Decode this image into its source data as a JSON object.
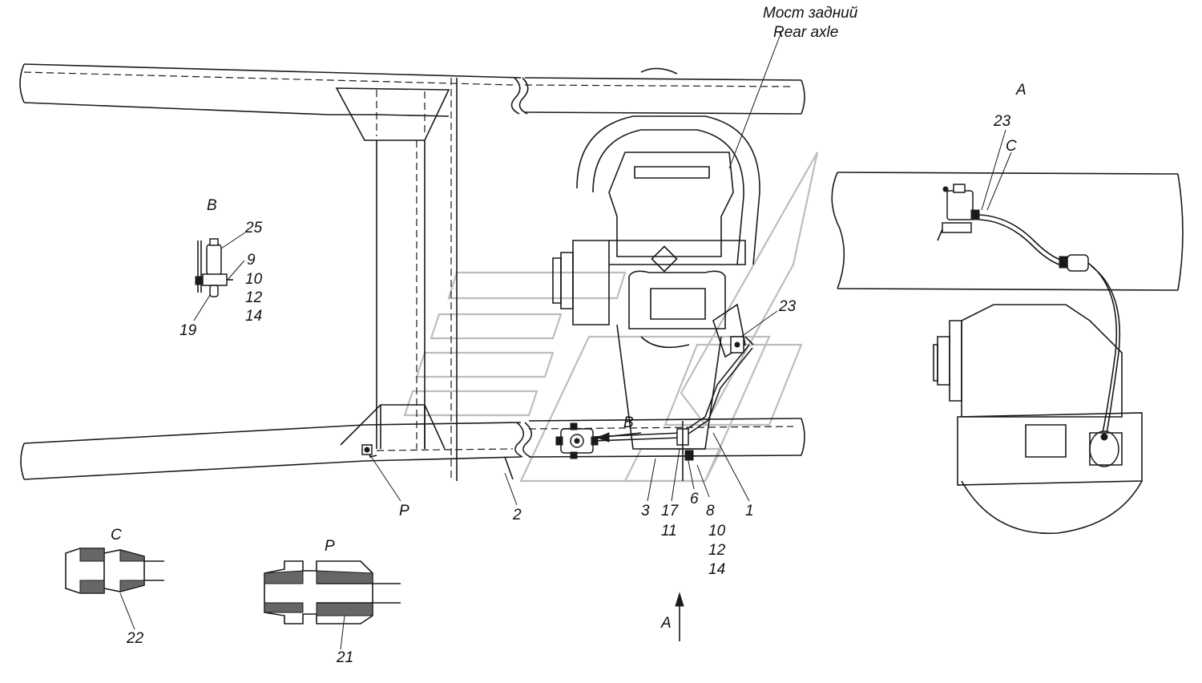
{
  "title_ru": "Мост задний",
  "title_en": "Rear axle",
  "views": {
    "a": "A",
    "b": "B",
    "c": "C",
    "p": "P"
  },
  "callouts": {
    "c1": "1",
    "c2": "2",
    "c3": "3",
    "c6": "6",
    "c8": "8",
    "c10": "10",
    "c12": "12",
    "c14": "14",
    "c17": "17",
    "c11": "11",
    "c23": "23",
    "b25": "25",
    "b9": "9",
    "b10": "10",
    "b12": "12",
    "b14": "14",
    "b19": "19",
    "a23": "23",
    "c22": "22",
    "p21": "21"
  },
  "arrows": {
    "view_b": "B",
    "view_a": "A"
  }
}
